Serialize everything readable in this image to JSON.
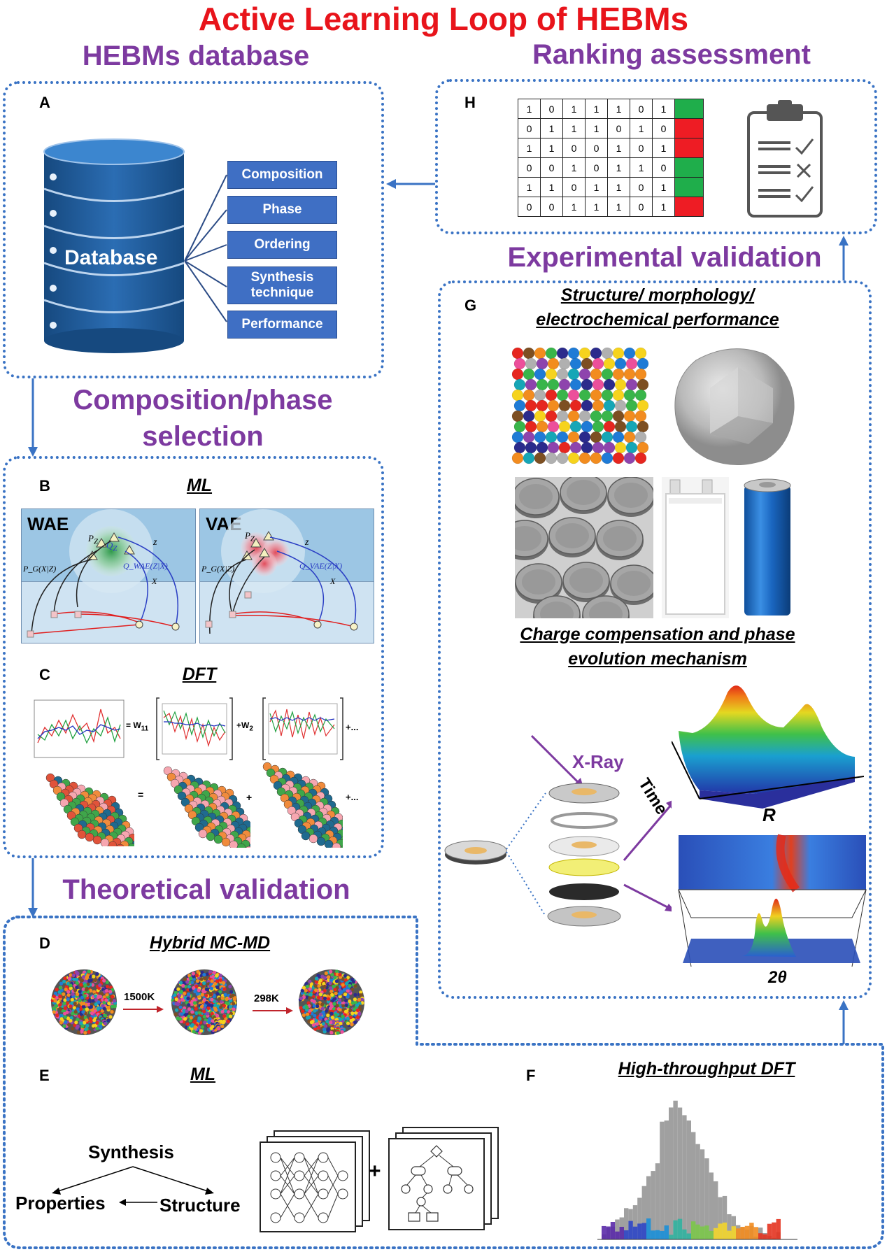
{
  "title": "Active Learning Loop of HEBMs",
  "sections": {
    "database": "HEBMs database",
    "ranking": "Ranking assessment",
    "experimental": "Experimental validation",
    "composition_line1": "Composition/phase",
    "composition_line2": "selection",
    "theoretical": "Theoretical validation"
  },
  "panels": {
    "A": {
      "letter": "A",
      "database_label": "Database",
      "items": [
        "Composition",
        "Phase",
        "Ordering",
        "Synthesis technique",
        "Performance"
      ]
    },
    "H": {
      "letter": "H",
      "rows": [
        {
          "bits": [
            "1",
            "0",
            "1",
            "1",
            "1",
            "0",
            "1"
          ],
          "flag": "#1fae4b"
        },
        {
          "bits": [
            "0",
            "1",
            "1",
            "1",
            "0",
            "1",
            "0"
          ],
          "flag": "#ee1c24"
        },
        {
          "bits": [
            "1",
            "1",
            "0",
            "0",
            "1",
            "0",
            "1"
          ],
          "flag": "#ee1c24"
        },
        {
          "bits": [
            "0",
            "0",
            "1",
            "0",
            "1",
            "1",
            "0"
          ],
          "flag": "#1fae4b"
        },
        {
          "bits": [
            "1",
            "1",
            "0",
            "1",
            "1",
            "0",
            "1"
          ],
          "flag": "#1fae4b"
        },
        {
          "bits": [
            "0",
            "0",
            "1",
            "1",
            "1",
            "0",
            "1"
          ],
          "flag": "#ee1c24"
        }
      ],
      "checklist_icons": [
        "check-icon",
        "cross-icon",
        "check-icon"
      ]
    },
    "B": {
      "letter": "B",
      "heading": "ML",
      "left_model": "WAE",
      "right_model": "VAE",
      "math": {
        "pz": "P",
        "pz_sub": "Z",
        "qz": "Q",
        "qz_sub": "Z",
        "z": "z",
        "pg": "P_G(X|Z)",
        "qwae": "Q_WAE(Z|X)",
        "qvae": "Q_VAE(Z|X)",
        "x": "X"
      }
    },
    "C": {
      "letter": "C",
      "heading": "DFT",
      "eq1": "= W",
      "w11": "11",
      "plus_w2": "+W",
      "w2": "2",
      "plus_dots": "+...",
      "eq2": "=",
      "plus": "+"
    },
    "G": {
      "letter": "G",
      "heading1_line1": "Structure/ morphology/",
      "heading1_line2": "electrochemical performance",
      "heading2_line1": "Charge compensation and phase",
      "heading2_line2": "evolution mechanism",
      "xray": "X-Ray",
      "axis_time": "Time",
      "axis_r": "R",
      "axis_2theta": "2θ"
    },
    "D": {
      "letter": "D",
      "heading": "Hybrid MC-MD",
      "temp1": "1500K",
      "temp2": "298K"
    },
    "E": {
      "letter": "E",
      "heading": "ML",
      "synthesis": "Synthesis",
      "properties": "Properties",
      "structure": "Structure",
      "plus": "+"
    },
    "F": {
      "letter": "F",
      "heading": "High-throughput  DFT"
    }
  },
  "colors": {
    "title": "#e8141b",
    "section": "#7d3aa0",
    "dotted": "#3a73c4",
    "db_blue": "#1f5a9c",
    "button_blue": "#3f6fc4"
  }
}
